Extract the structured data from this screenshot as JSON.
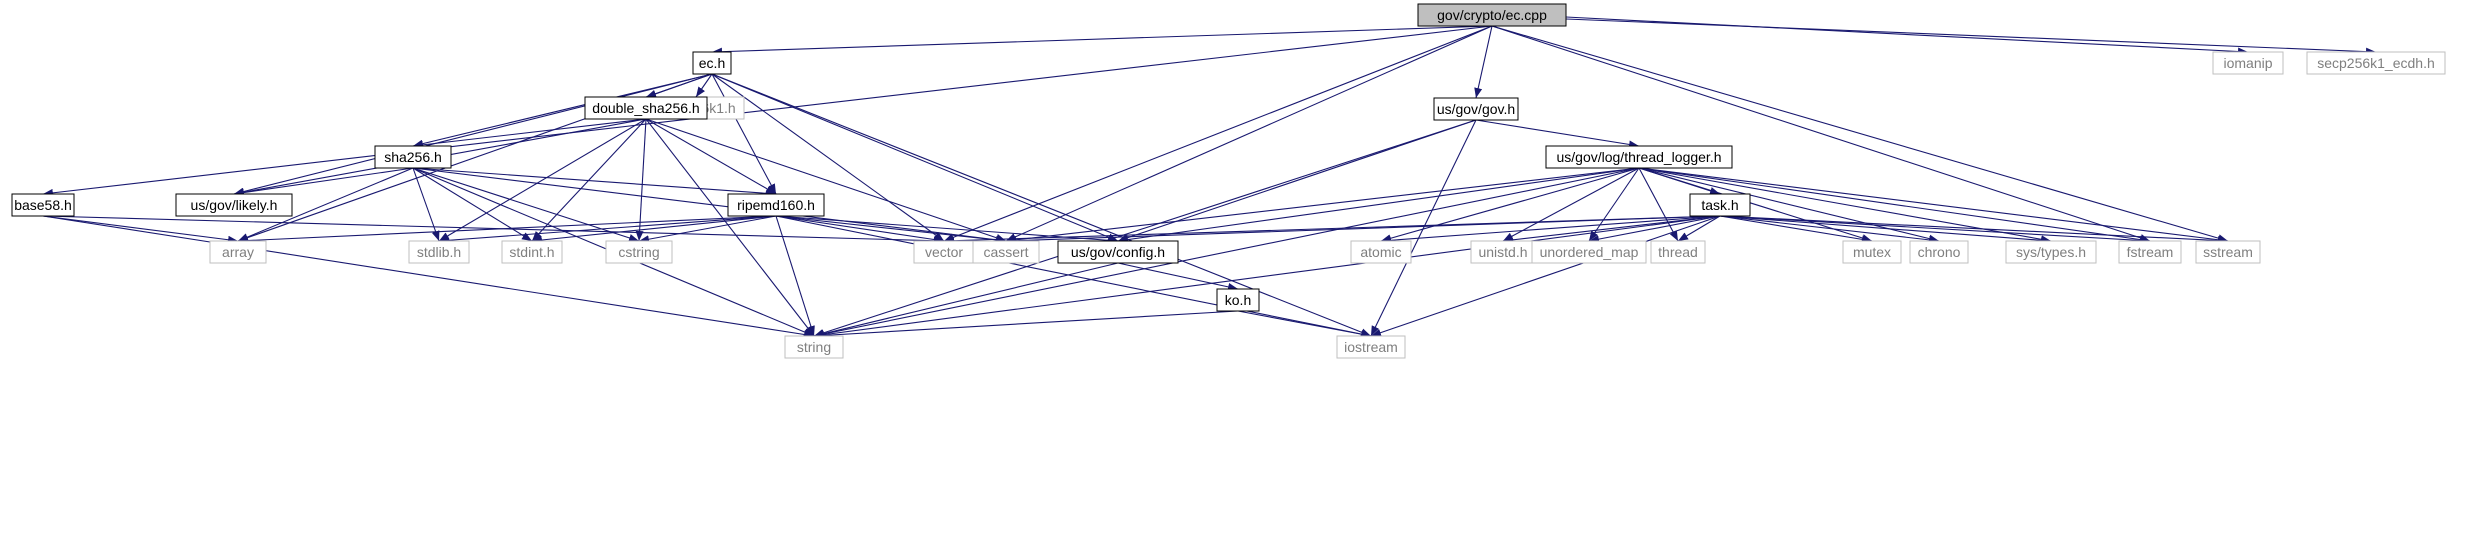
{
  "graph": {
    "colors": {
      "edge": "#191970",
      "root_fill": "#bfbfbf",
      "local_stroke": "#000000",
      "external_stroke": "#bfbfbf",
      "local_text": "#000000",
      "external_text": "#7f7f7f"
    },
    "nodes": [
      {
        "id": "root",
        "label": "gov/crypto/ec.cpp",
        "kind": "root"
      },
      {
        "id": "ec_h",
        "label": "ec.h",
        "kind": "local"
      },
      {
        "id": "iomanip",
        "label": "iomanip",
        "kind": "external"
      },
      {
        "id": "ecdh",
        "label": "secp256k1_ecdh.h",
        "kind": "external"
      },
      {
        "id": "secp",
        "label": "secp256k1.h",
        "kind": "external"
      },
      {
        "id": "dsha",
        "label": "double_sha256.h",
        "kind": "local"
      },
      {
        "id": "govh",
        "label": "us/gov/gov.h",
        "kind": "local"
      },
      {
        "id": "sha",
        "label": "sha256.h",
        "kind": "local"
      },
      {
        "id": "tlog",
        "label": "us/gov/log/thread_logger.h",
        "kind": "local"
      },
      {
        "id": "base58",
        "label": "base58.h",
        "kind": "local"
      },
      {
        "id": "likely",
        "label": "us/gov/likely.h",
        "kind": "local"
      },
      {
        "id": "ripemd",
        "label": "ripemd160.h",
        "kind": "local"
      },
      {
        "id": "task",
        "label": "task.h",
        "kind": "local"
      },
      {
        "id": "array",
        "label": "array",
        "kind": "external"
      },
      {
        "id": "stdlib",
        "label": "stdlib.h",
        "kind": "external"
      },
      {
        "id": "stdint",
        "label": "stdint.h",
        "kind": "external"
      },
      {
        "id": "cstring",
        "label": "cstring",
        "kind": "external"
      },
      {
        "id": "vector",
        "label": "vector",
        "kind": "external"
      },
      {
        "id": "cassert",
        "label": "cassert",
        "kind": "external"
      },
      {
        "id": "config",
        "label": "us/gov/config.h",
        "kind": "local"
      },
      {
        "id": "atomic",
        "label": "atomic",
        "kind": "external"
      },
      {
        "id": "unistd",
        "label": "unistd.h",
        "kind": "external"
      },
      {
        "id": "umap",
        "label": "unordered_map",
        "kind": "external"
      },
      {
        "id": "thread",
        "label": "thread",
        "kind": "external"
      },
      {
        "id": "mutex",
        "label": "mutex",
        "kind": "external"
      },
      {
        "id": "chrono",
        "label": "chrono",
        "kind": "external"
      },
      {
        "id": "systypes",
        "label": "sys/types.h",
        "kind": "external"
      },
      {
        "id": "fstream",
        "label": "fstream",
        "kind": "external"
      },
      {
        "id": "sstream",
        "label": "sstream",
        "kind": "external"
      },
      {
        "id": "ko",
        "label": "ko.h",
        "kind": "local"
      },
      {
        "id": "string",
        "label": "string",
        "kind": "external"
      },
      {
        "id": "iostream",
        "label": "iostream",
        "kind": "external"
      }
    ],
    "edges": [
      [
        "root",
        "ec_h"
      ],
      [
        "root",
        "iomanip"
      ],
      [
        "root",
        "ecdh"
      ],
      [
        "root",
        "base58"
      ],
      [
        "root",
        "govh"
      ],
      [
        "root",
        "vector"
      ],
      [
        "root",
        "cassert"
      ],
      [
        "root",
        "fstream"
      ],
      [
        "root",
        "sstream"
      ],
      [
        "ec_h",
        "secp"
      ],
      [
        "ec_h",
        "dsha"
      ],
      [
        "ec_h",
        "sha"
      ],
      [
        "ec_h",
        "likely"
      ],
      [
        "ec_h",
        "ripemd"
      ],
      [
        "ec_h",
        "array"
      ],
      [
        "ec_h",
        "vector"
      ],
      [
        "ec_h",
        "config"
      ],
      [
        "ec_h",
        "iostream"
      ],
      [
        "dsha",
        "sha"
      ],
      [
        "dsha",
        "likely"
      ],
      [
        "dsha",
        "ripemd"
      ],
      [
        "dsha",
        "stdlib"
      ],
      [
        "dsha",
        "stdint"
      ],
      [
        "dsha",
        "cstring"
      ],
      [
        "dsha",
        "cassert"
      ],
      [
        "dsha",
        "string"
      ],
      [
        "sha",
        "likely"
      ],
      [
        "sha",
        "ripemd"
      ],
      [
        "sha",
        "array"
      ],
      [
        "sha",
        "stdlib"
      ],
      [
        "sha",
        "stdint"
      ],
      [
        "sha",
        "cstring"
      ],
      [
        "sha",
        "cassert"
      ],
      [
        "sha",
        "string"
      ],
      [
        "base58",
        "array"
      ],
      [
        "base58",
        "vector"
      ],
      [
        "base58",
        "string"
      ],
      [
        "ripemd",
        "array"
      ],
      [
        "ripemd",
        "stdlib"
      ],
      [
        "ripemd",
        "stdint"
      ],
      [
        "ripemd",
        "cstring"
      ],
      [
        "ripemd",
        "vector"
      ],
      [
        "ripemd",
        "cassert"
      ],
      [
        "ripemd",
        "config"
      ],
      [
        "ripemd",
        "string"
      ],
      [
        "ripemd",
        "iostream"
      ],
      [
        "govh",
        "tlog"
      ],
      [
        "govh",
        "config"
      ],
      [
        "govh",
        "string"
      ],
      [
        "govh",
        "iostream"
      ],
      [
        "tlog",
        "task"
      ],
      [
        "tlog",
        "cassert"
      ],
      [
        "tlog",
        "config"
      ],
      [
        "tlog",
        "atomic"
      ],
      [
        "tlog",
        "unistd"
      ],
      [
        "tlog",
        "umap"
      ],
      [
        "tlog",
        "thread"
      ],
      [
        "tlog",
        "mutex"
      ],
      [
        "tlog",
        "chrono"
      ],
      [
        "tlog",
        "systypes"
      ],
      [
        "tlog",
        "fstream"
      ],
      [
        "tlog",
        "sstream"
      ],
      [
        "tlog",
        "string"
      ],
      [
        "task",
        "vector"
      ],
      [
        "task",
        "cassert"
      ],
      [
        "task",
        "atomic"
      ],
      [
        "task",
        "unistd"
      ],
      [
        "task",
        "umap"
      ],
      [
        "task",
        "thread"
      ],
      [
        "task",
        "mutex"
      ],
      [
        "task",
        "chrono"
      ],
      [
        "task",
        "systypes"
      ],
      [
        "task",
        "fstream"
      ],
      [
        "task",
        "sstream"
      ],
      [
        "task",
        "string"
      ],
      [
        "task",
        "iostream"
      ],
      [
        "config",
        "ko"
      ],
      [
        "config",
        "string"
      ],
      [
        "ko",
        "string"
      ],
      [
        "ko",
        "iostream"
      ]
    ]
  }
}
